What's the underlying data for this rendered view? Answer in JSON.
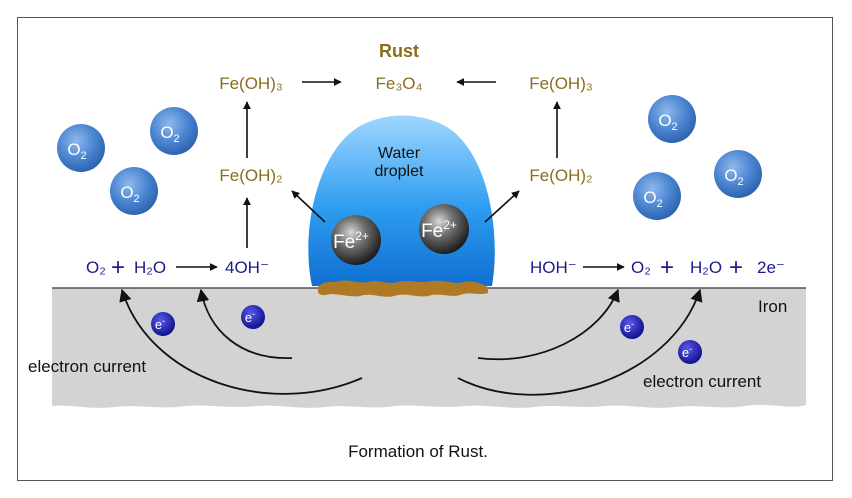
{
  "title": "Rust",
  "caption": "Formation of Rust.",
  "products": {
    "center": "Fe₃O₄",
    "left_top": "Fe(OH)₃",
    "right_top": "Fe(OH)₃",
    "left_mid": "Fe(OH)₂",
    "right_mid": "Fe(OH)₂"
  },
  "droplet_label": [
    "Water",
    "droplet"
  ],
  "ions": [
    "Fe2+",
    "Fe2+"
  ],
  "ion_base": "Fe",
  "ion_charge": "2+",
  "oxygen": {
    "base": "O",
    "sub": "2"
  },
  "left_reaction": {
    "o2": "O₂",
    "plus": "+",
    "h2o": "H₂O",
    "product": "4OH⁻"
  },
  "right_reaction": {
    "reactant": "HOH⁻",
    "o2": "O₂",
    "plus1": "+",
    "h2o": "H₂O",
    "plus2": "+",
    "electrons": "2e⁻"
  },
  "metal_label": "Iron",
  "electron_symbol": {
    "base": "e",
    "sup": "-"
  },
  "current_label_left": "electron current",
  "current_label_right": "electron current",
  "colors": {
    "gold_text": "#8a6d1f",
    "navy_text": "#1a1a8c",
    "oxygen_fill": "#3d78c8",
    "iron_gray": "#d0d0d0",
    "droplet_blue": "#1f8fe8",
    "rust_brown": "#b07a25",
    "electron_fill": "#1a1ab0"
  }
}
